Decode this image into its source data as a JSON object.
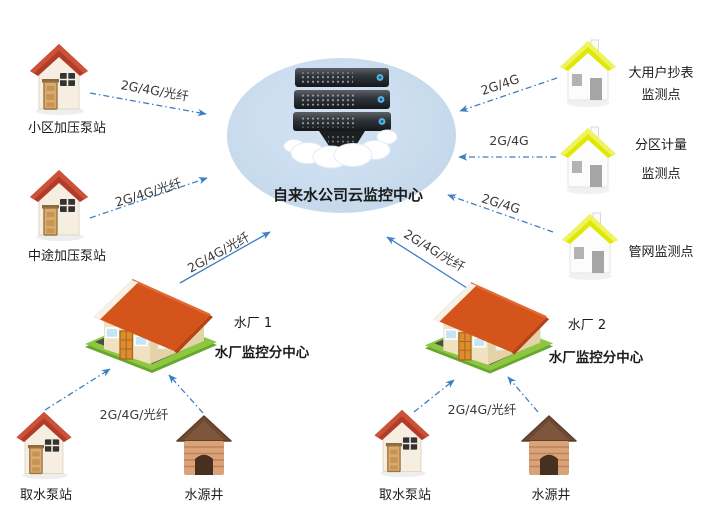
{
  "diagram_title": "自来水公司云监控中心",
  "cloud_center": {
    "label": "自来水公司云监控中心",
    "icon": "server-cloud-icon"
  },
  "left_nodes": [
    {
      "label": "小区加压泵站",
      "link_label": "2G/4G/光纤",
      "icon": "red-roof-house-icon"
    },
    {
      "label": "中途加压泵站",
      "link_label": "2G/4G/光纤",
      "icon": "red-roof-house-icon"
    }
  ],
  "right_nodes": [
    {
      "line1": "大用户抄表",
      "line2": "监测点",
      "link_label": "2G/4G",
      "icon": "yellow-roof-house-icon"
    },
    {
      "line1": "分区计量",
      "line2": "监测点",
      "link_label": "2G/4G",
      "icon": "yellow-roof-house-icon"
    },
    {
      "line1": "管网监测点",
      "line2": "",
      "link_label": "2G/4G",
      "icon": "yellow-roof-house-icon"
    }
  ],
  "plants": [
    {
      "name": "水厂 1",
      "subtitle": "水厂监控分中心",
      "link_label": "2G/4G/光纤",
      "icon": "water-plant-icon"
    },
    {
      "name": "水厂 2",
      "subtitle": "水厂监控分中心",
      "link_label": "2G/4G/光纤",
      "icon": "water-plant-icon"
    }
  ],
  "bottom_groups": [
    {
      "pump_label": "取水泵站",
      "well_label": "水源井",
      "link_label": "2G/4G/光纤",
      "pump_icon": "red-roof-house-icon",
      "well_icon": "well-hut-icon"
    },
    {
      "pump_label": "取水泵站",
      "well_label": "水源井",
      "link_label": "2G/4G/光纤",
      "pump_icon": "red-roof-house-icon",
      "well_icon": "well-hut-icon"
    }
  ],
  "colors": {
    "link_blue": "#3b7fc4",
    "cloud_fill": "#c9dcee",
    "plant_roof_orange": "#d4541c",
    "monitor_roof_yellow": "#e3ea08",
    "pump_roof_red": "#b23b29",
    "base_green": "#8dc63f"
  }
}
